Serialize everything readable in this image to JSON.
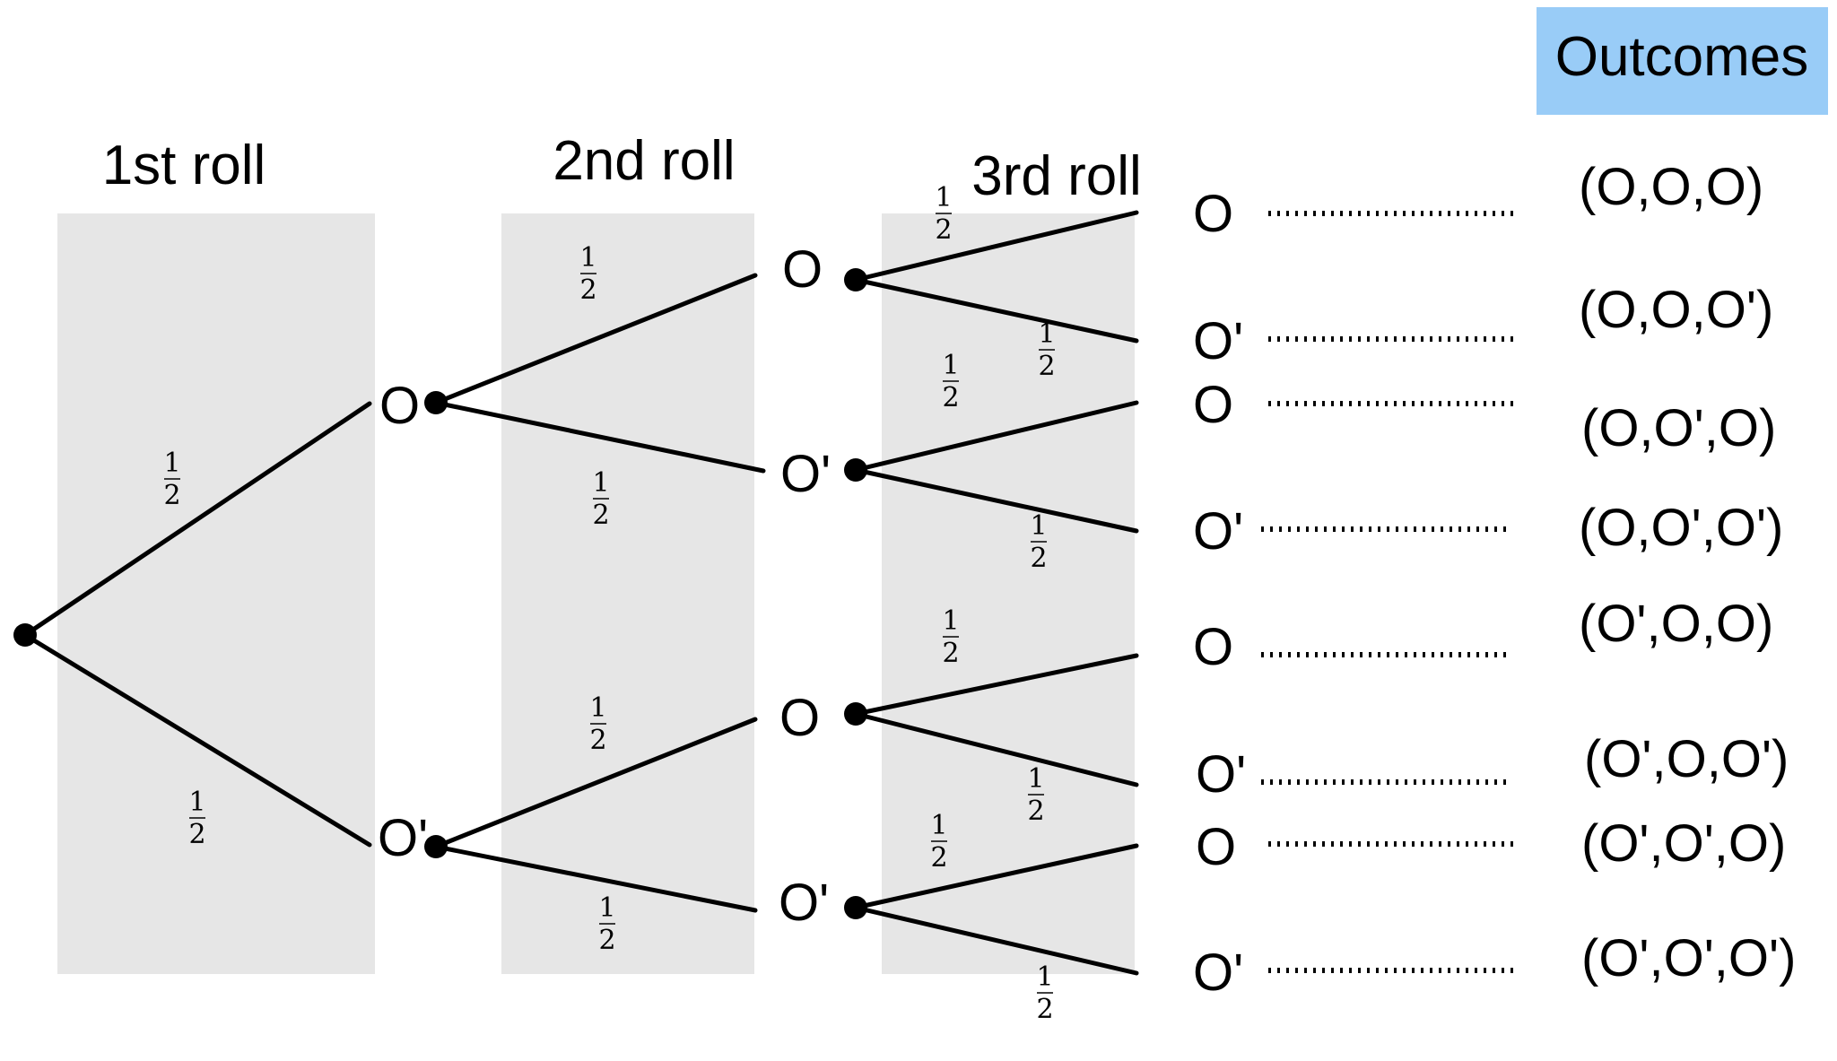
{
  "headers": {
    "roll1": "1st roll",
    "roll2": "2nd roll",
    "roll3": "3rd roll",
    "outcomes": "Outcomes"
  },
  "colors": {
    "column_shade": "#e6e6e6",
    "outcomes_header_bg": "#99ccf7",
    "line": "#000000"
  },
  "probability": {
    "numerator": "1",
    "denominator": "2"
  },
  "nodes": {
    "l1_upper": "O",
    "l1_lower": "O'",
    "l2_o_o": "O",
    "l2_o_op": "O'",
    "l2_op_o": "O",
    "l2_op_op": "O'"
  },
  "leaves": [
    "O",
    "O'",
    "O",
    "O'",
    "O",
    "O'",
    "O",
    "O'"
  ],
  "outcomes": [
    "(O,O,O)",
    "(O,O,O')",
    "(O,O',O)",
    "(O,O',O')",
    "(O',O,O)",
    "(O',O,O')",
    "(O',O',O)",
    "(O',O',O')"
  ]
}
